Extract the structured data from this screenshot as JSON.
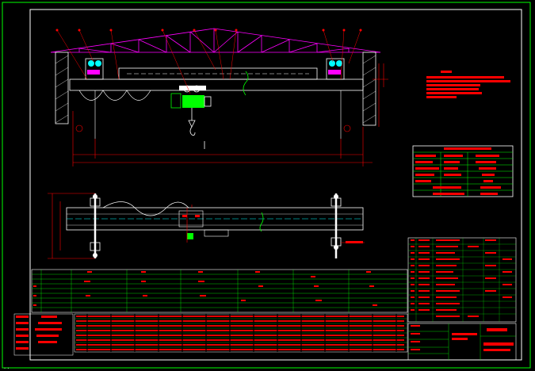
{
  "title": "",
  "status_text": "..",
  "colors": {
    "background": "#000000",
    "frame": "#00ff00",
    "outline": "#ffffff",
    "annotation": "#ff0000",
    "truss": "#ff00ff",
    "hoist": "#00ff00",
    "centerline": "#00ffff",
    "accent": "#ffff00"
  },
  "icons": [
    "crane-front-view",
    "crane-top-view",
    "roof-truss",
    "hoist-trolley",
    "hook"
  ]
}
